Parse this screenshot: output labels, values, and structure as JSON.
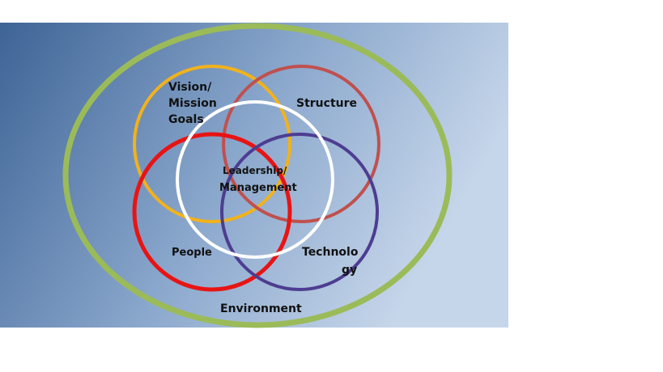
{
  "diagram": {
    "circles": [
      {
        "id": "vision",
        "color": "#f2b21b"
      },
      {
        "id": "structure",
        "color": "#c0504d"
      },
      {
        "id": "people",
        "color": "#e81414"
      },
      {
        "id": "technology",
        "color": "#4d3d91"
      },
      {
        "id": "leadership",
        "color": "#ffffff"
      }
    ],
    "environment_color": "#9bbb59",
    "background": {
      "from": "#3e6496",
      "mid": "#8aa7cc",
      "to": "#c6d6ea"
    },
    "labels": {
      "vision_line1": "Vision/",
      "vision_line2": "Mission",
      "vision_line3": "Goals",
      "structure": "Structure",
      "leadership_line1": "Leadership/",
      "leadership_line2": "Management",
      "people": "People",
      "technology_line1": "Technolo",
      "technology_line2": "gy",
      "environment": "Environment"
    }
  }
}
